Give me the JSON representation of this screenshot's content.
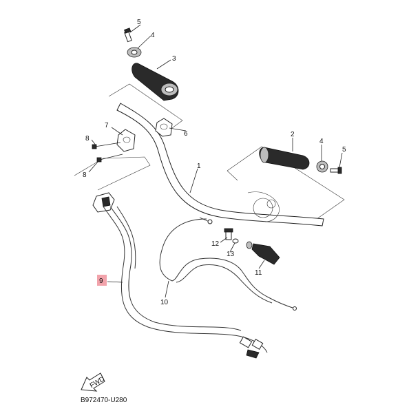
{
  "callouts": {
    "c1": "1",
    "c2": "2",
    "c3": "3",
    "c4_top": "4",
    "c4_right": "4",
    "c5_top": "5",
    "c5_right": "5",
    "c6": "6",
    "c7": "7",
    "c8_top": "8",
    "c8_bottom": "8",
    "c9": "9",
    "c10": "10",
    "c11": "11",
    "c12": "12",
    "c13": "13"
  },
  "fwd_label": "FWD",
  "diagram_code": "B972470-U280",
  "colors": {
    "highlight": "#f2a3ab",
    "line": "#222222",
    "grip": "#2a2a2a"
  }
}
